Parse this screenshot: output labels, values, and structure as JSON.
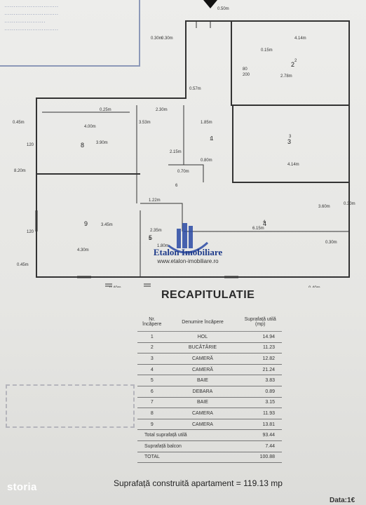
{
  "top_labels": {
    "a": "0.50m",
    "b": "0.30m"
  },
  "plan_labels": [
    {
      "t": "0.30m"
    },
    {
      "t": "4.14m"
    },
    {
      "t": "0.15m"
    },
    {
      "t": "2.78m"
    },
    {
      "t": "2"
    },
    {
      "t": "80"
    },
    {
      "t": "200"
    },
    {
      "t": "0.57m"
    },
    {
      "t": "2.30m"
    },
    {
      "t": "0.25m"
    },
    {
      "t": "4.00m"
    },
    {
      "t": "3.53m"
    },
    {
      "t": "1.85m"
    },
    {
      "t": "3.90m"
    },
    {
      "t": "3"
    },
    {
      "t": "1"
    },
    {
      "t": "4.14m"
    },
    {
      "t": "0.70m"
    },
    {
      "t": "2.15m"
    },
    {
      "t": "0.80m"
    },
    {
      "t": "1.22m"
    },
    {
      "t": "4.30m"
    },
    {
      "t": "3.45m"
    },
    {
      "t": "6.15m"
    },
    {
      "t": "4"
    },
    {
      "t": "5"
    },
    {
      "t": "6"
    },
    {
      "t": "0.45m"
    },
    {
      "t": "0.40m"
    },
    {
      "t": "0.40m"
    },
    {
      "t": "0.30m"
    },
    {
      "t": "3.60m"
    },
    {
      "t": "2.35m"
    },
    {
      "t": "1.80m"
    },
    {
      "t": "0.30m"
    },
    {
      "t": "120"
    },
    {
      "t": "120"
    },
    {
      "t": "8.20m"
    },
    {
      "t": "0.45m"
    }
  ],
  "watermark": {
    "name": "Etalon Imobiliare",
    "url": "www.etalon-imobiliare.ro"
  },
  "recap": {
    "title": "RECAPITULATIE",
    "headers": {
      "nr": "Nr. încăpere",
      "name": "Denumire încăpere",
      "area": "Suprafață utilă (mp)"
    },
    "rows": [
      {
        "nr": "1",
        "name": "HOL",
        "area": "14.94"
      },
      {
        "nr": "2",
        "name": "BUCĂTĂRIE",
        "area": "11.23"
      },
      {
        "nr": "3",
        "name": "CAMERĂ",
        "area": "12.82"
      },
      {
        "nr": "4",
        "name": "CAMERĂ",
        "area": "21.24"
      },
      {
        "nr": "5",
        "name": "BAIE",
        "area": "3.83"
      },
      {
        "nr": "6",
        "name": "DEBARA",
        "area": "0.89"
      },
      {
        "nr": "7",
        "name": "BAIE",
        "area": "3.15"
      },
      {
        "nr": "8",
        "name": "CAMERA",
        "area": "11.93"
      },
      {
        "nr": "9",
        "name": "CAMERA",
        "area": "13.81"
      }
    ],
    "totals": [
      {
        "label": "Total suprafață utilă",
        "value": "93.44"
      },
      {
        "label": "Suprafață balcon",
        "value": "7.44"
      },
      {
        "label": "TOTAL",
        "value": "100.88"
      }
    ]
  },
  "built_area": "Suprafață construită apartament = 119.13 mp",
  "logo": "storia",
  "date": "Data:1€",
  "colors": {
    "ink": "#222222",
    "brand": "#1d3a8a",
    "paper": "#e9e9e6"
  }
}
